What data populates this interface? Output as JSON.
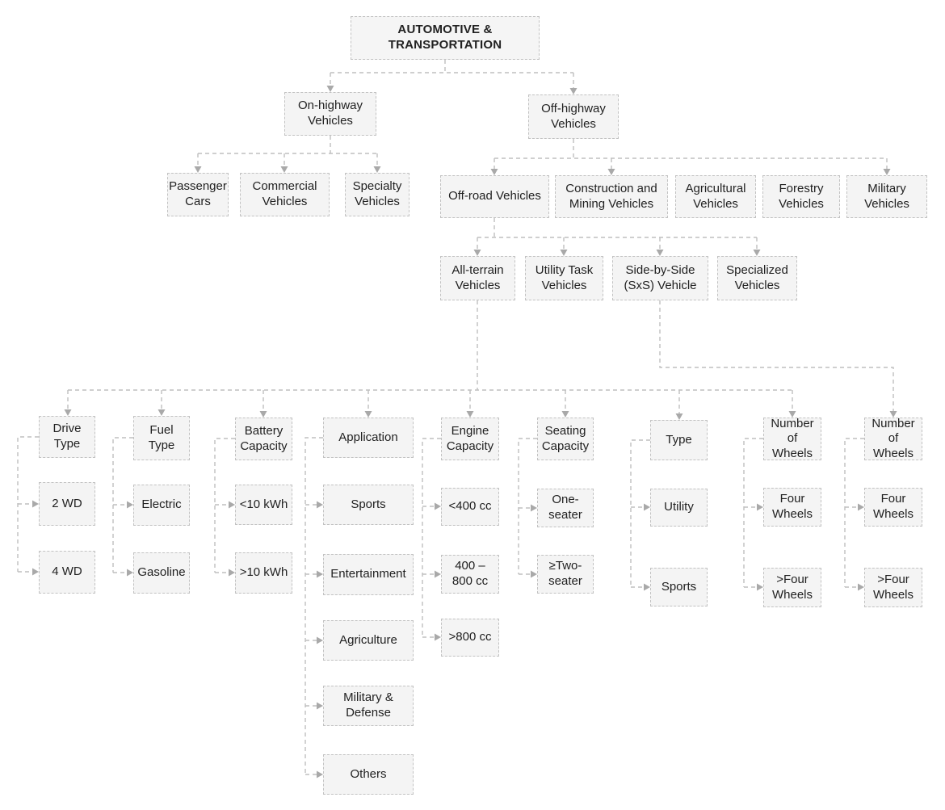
{
  "title": "AUTOMOTIVE & TRANSPORTATION",
  "tree": {
    "root": {
      "label": "AUTOMOTIVE & TRANSPORTATION"
    },
    "on_highway": {
      "label": "On-highway Vehicles",
      "children": [
        "Passenger Cars",
        "Commercial Vehicles",
        "Specialty Vehicles"
      ]
    },
    "off_highway": {
      "label": "Off-highway Vehicles",
      "children": [
        "Off-road Vehicles",
        "Construction and Mining Vehicles",
        "Agricultural Vehicles",
        "Forestry Vehicles",
        "Military Vehicles"
      ]
    },
    "off_road": {
      "children": [
        "All-terrain Vehicles",
        "Utility Task Vehicles",
        "Side-by-Side (SxS) Vehicle",
        "Specialized Vehicles"
      ]
    },
    "categories": [
      {
        "label": "Drive Type",
        "children": [
          "2 WD",
          "4 WD"
        ]
      },
      {
        "label": "Fuel Type",
        "children": [
          "Electric",
          "Gasoline"
        ]
      },
      {
        "label": "Battery Capacity",
        "children": [
          "<10 kWh",
          ">10 kWh"
        ]
      },
      {
        "label": "Application",
        "children": [
          "Sports",
          "Entertainment",
          "Agriculture",
          "Military & Defense",
          "Others"
        ]
      },
      {
        "label": "Engine Capacity",
        "children": [
          "<400 cc",
          "400 – 800 cc",
          ">800 cc"
        ]
      },
      {
        "label": "Seating Capacity",
        "children": [
          "One-seater",
          "≥Two-seater"
        ]
      },
      {
        "label": "Type",
        "children": [
          "Utility",
          "Sports"
        ]
      },
      {
        "label": "Number of Wheels",
        "children": [
          "Four Wheels",
          ">Four Wheels"
        ]
      },
      {
        "label": "Number of Wheels",
        "children": [
          "Four Wheels",
          ">Four Wheels"
        ]
      }
    ]
  },
  "colors": {
    "box_fill": "#f4f4f4",
    "box_border": "#c2c2c2",
    "text": "#212121",
    "connector": "#bfbfbf",
    "arrowhead": "#a9a9a9",
    "background": "#ffffff"
  }
}
